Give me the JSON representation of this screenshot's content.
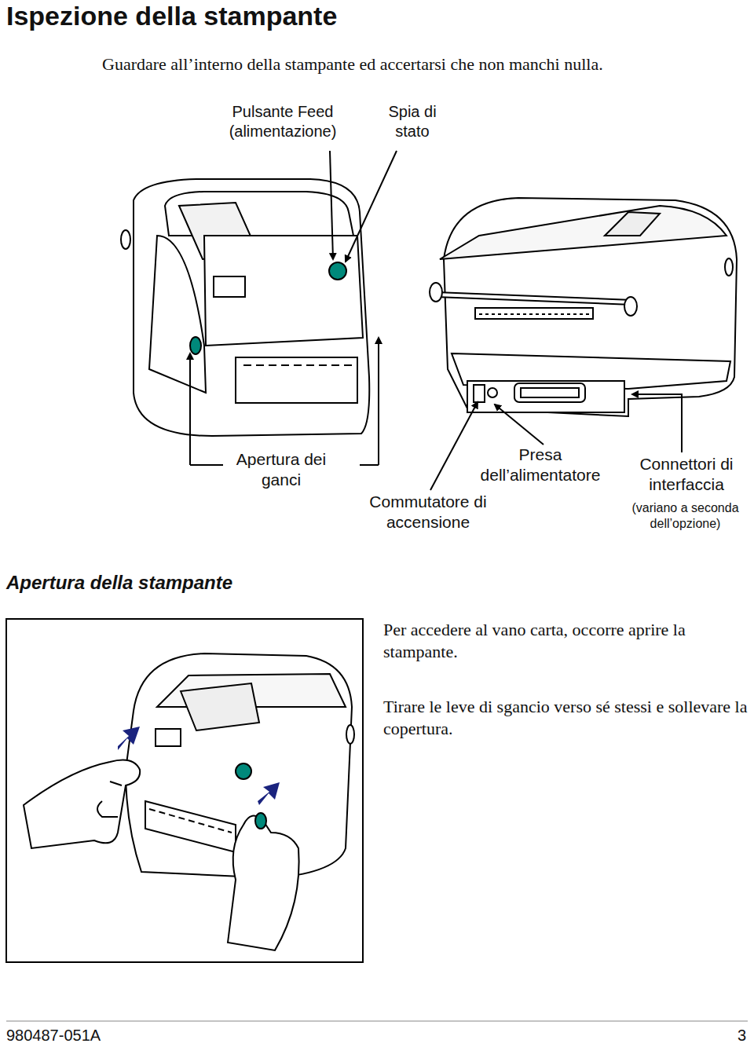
{
  "diagram": {
    "title": "Ispezione della stampante",
    "labels": [
      "Guardare all’interno della stampante ed accertarsi che non manchi nulla.",
      "Pulsante Feed (alimentazione)",
      "Spia di stato",
      "Apertura dei ganci",
      "Presa dell’alimentatore",
      "Commutatore di accensione",
      "Connettori di interfaccia",
      "(variano a seconda dell’opzione)",
      "Apertura della stampante",
      "Per accedere al vano carta, occorre aprire la stampante.",
      "Tirare le leve di sgancio verso sé stessi e sollevare la copertura.",
      "980487-051A",
      "3"
    ]
  }
}
